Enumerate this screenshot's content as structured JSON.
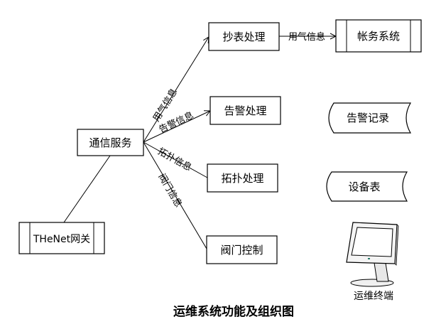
{
  "title": "运维系统功能及组织图",
  "nodes": {
    "comm_service": "通信服务",
    "gateway": "THeNet网关",
    "meter_reading": "抄表处理",
    "billing_system": "帐务系统",
    "alarm_processing": "告警处理",
    "topology_processing": "拓扑处理",
    "valve_control": "阀门控制",
    "alarm_records": "告警记录",
    "device_table": "设备表",
    "ops_terminal": "运维终端"
  },
  "edges": {
    "gas_info_to_meter": "用气信息",
    "gas_info_to_billing": "用气信息",
    "alarm_info": "告警信息",
    "topology_info": "拓扑信息",
    "valve_info": "阀门信息"
  }
}
